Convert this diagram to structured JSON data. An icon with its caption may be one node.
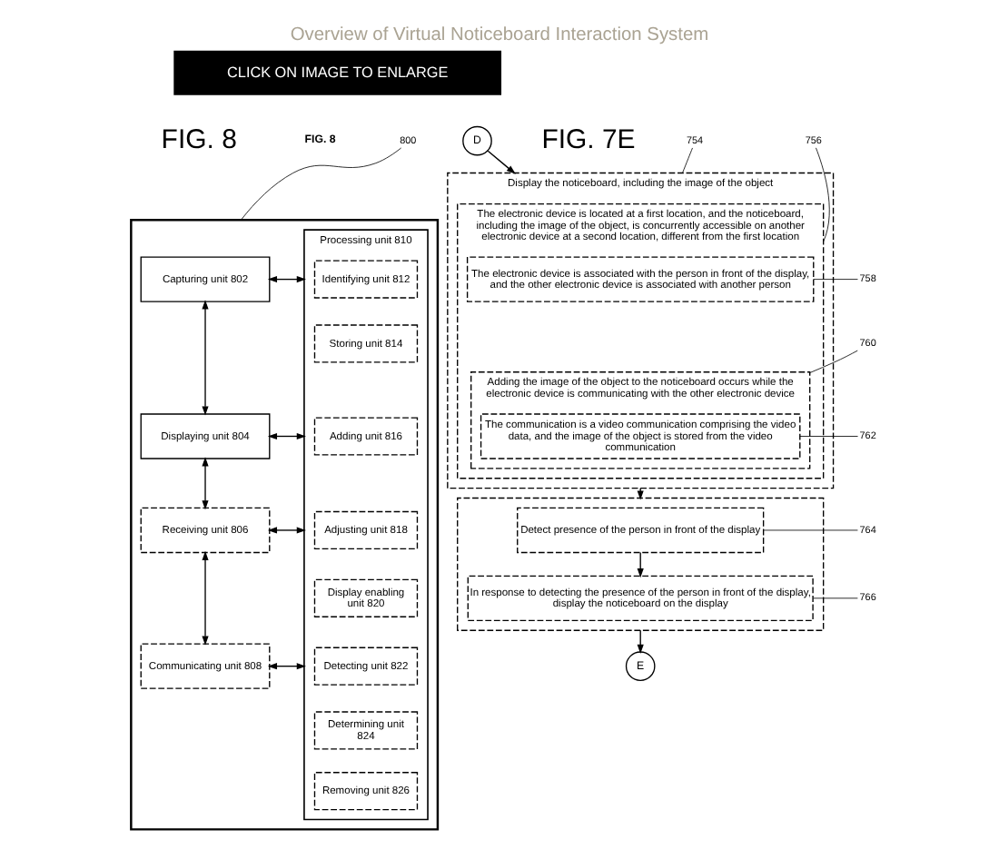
{
  "diagram": {
    "title": "Overview of Virtual Noticeboard Interaction System",
    "nodes": [
      {
        "text": [
          "800"
        ]
      },
      {
        "text": [],
        "shape": "box"
      },
      {
        "text": [
          "Capturing unit 802"
        ],
        "in": 1
      },
      {
        "text": [
          "Displaying unit 804"
        ],
        "in": 1
      },
      {
        "text": [
          "Receiving unit 806"
        ],
        "in": 1
      },
      {
        "text": [
          "Communicating unit 808"
        ],
        "in": 1
      },
      {
        "text": [
          "Processing unit 810"
        ],
        "in": 1
      },
      {
        "text": [
          "Identifying unit 812"
        ],
        "in": 6
      },
      {
        "text": [
          "Storing unit 814"
        ],
        "in": 6
      },
      {
        "text": [
          "Adding unit 816"
        ],
        "in": 6
      },
      {
        "text": [
          "Adjusting unit 818"
        ],
        "in": 6
      },
      {
        "text": [
          "Display enabling unit 820"
        ],
        "in": 6
      },
      {
        "text": [
          "Detecting unit 822"
        ],
        "in": 6
      },
      {
        "text": [
          "Determining unit 824"
        ],
        "in": 6
      },
      {
        "text": [
          "Removing unit 826"
        ],
        "in": 6
      },
      {
        "text": [
          "D"
        ]
      },
      {
        "text": [
          "754"
        ]
      },
      {
        "text": [
          "Display the noticeboard, including the image of the object"
        ]
      },
      {
        "text": [
          "756"
        ]
      },
      {
        "text": [
          "The electronic device is located at a first location, and the noticeboard, including the image of the object, is concurrently accessible on another electronic device at a second location, different from the first location"
        ],
        "in": 17
      },
      {
        "text": [
          "758"
        ]
      },
      {
        "text": [
          "The electronic device is associated with the person in front of the display, and the other electronic device is associated with another person"
        ],
        "in": 19
      },
      {
        "text": [
          "760"
        ]
      },
      {
        "text": [
          "Adding the image of the object to the noticeboard occurs while the electronic device is communicating with the other electronic device"
        ],
        "in": 19
      },
      {
        "text": [
          "762"
        ]
      },
      {
        "text": [
          "The communication is a video communication comprising the video data, and the image of the object is stored from the video communication"
        ],
        "in": 23
      },
      {
        "text": [],
        "shape": "box"
      },
      {
        "text": [
          "764"
        ]
      },
      {
        "text": [
          "Detect presence of the person in front of the display"
        ],
        "in": 26
      },
      {
        "text": [
          "766"
        ]
      },
      {
        "text": [
          "In response to detecting the presence of the person in front of the display, display the noticeboard on the display"
        ],
        "in": 26
      },
      {
        "text": [
          "E"
        ]
      }
    ],
    "edges": [
      {
        "from": 0,
        "to": 1,
        "arrow": "none"
      },
      {
        "from": 2,
        "to": 6,
        "arrow": "both"
      },
      {
        "from": 2,
        "to": 3,
        "arrow": "both"
      },
      {
        "from": 3,
        "to": 6,
        "arrow": "both"
      },
      {
        "from": 3,
        "to": 4,
        "arrow": "both"
      },
      {
        "from": 4,
        "to": 6,
        "arrow": "both"
      },
      {
        "from": 4,
        "to": 5,
        "arrow": "both"
      },
      {
        "from": 5,
        "to": 6,
        "arrow": "both"
      },
      {
        "from": 15,
        "to": 17,
        "arrow": "to"
      },
      {
        "from": 16,
        "to": 17,
        "arrow": "none"
      },
      {
        "from": 18,
        "to": 19,
        "arrow": "none"
      },
      {
        "from": 20,
        "to": 21,
        "arrow": "none"
      },
      {
        "from": 22,
        "to": 23,
        "arrow": "none"
      },
      {
        "from": 24,
        "to": 25,
        "arrow": "none"
      },
      {
        "from": 17,
        "to": 26,
        "arrow": "to"
      },
      {
        "from": 27,
        "to": 28,
        "arrow": "none"
      },
      {
        "from": 28,
        "to": 30,
        "arrow": "to"
      },
      {
        "from": 29,
        "to": 30,
        "arrow": "none"
      },
      {
        "from": 26,
        "to": 31,
        "arrow": "to"
      }
    ],
    "labels": [
      "CLICK ON IMAGE TO ENLARGE",
      "FIG. 8",
      "FIG. 8",
      "FIG. 7E"
    ]
  }
}
